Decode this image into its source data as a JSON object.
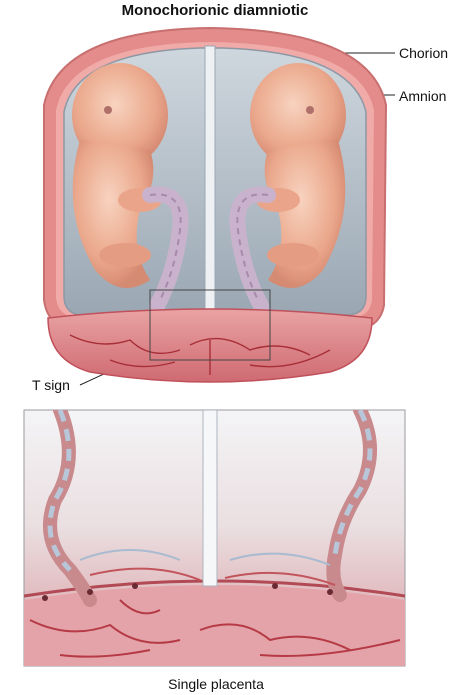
{
  "figure": {
    "title": "Monochorionic diamniotic",
    "labels": {
      "chorion": "Chorion",
      "amnion": "Amnion",
      "t_sign": "T sign",
      "placenta": "Single placenta"
    },
    "colors": {
      "chorion": "#e48c8c",
      "amnion": "#b7c2cc",
      "fetus": "#f2b99a",
      "placenta": "#d2555f",
      "vessel": "#b83a3a",
      "cord": "#c9b3cc",
      "background_panel": "#efe9ea"
    }
  }
}
